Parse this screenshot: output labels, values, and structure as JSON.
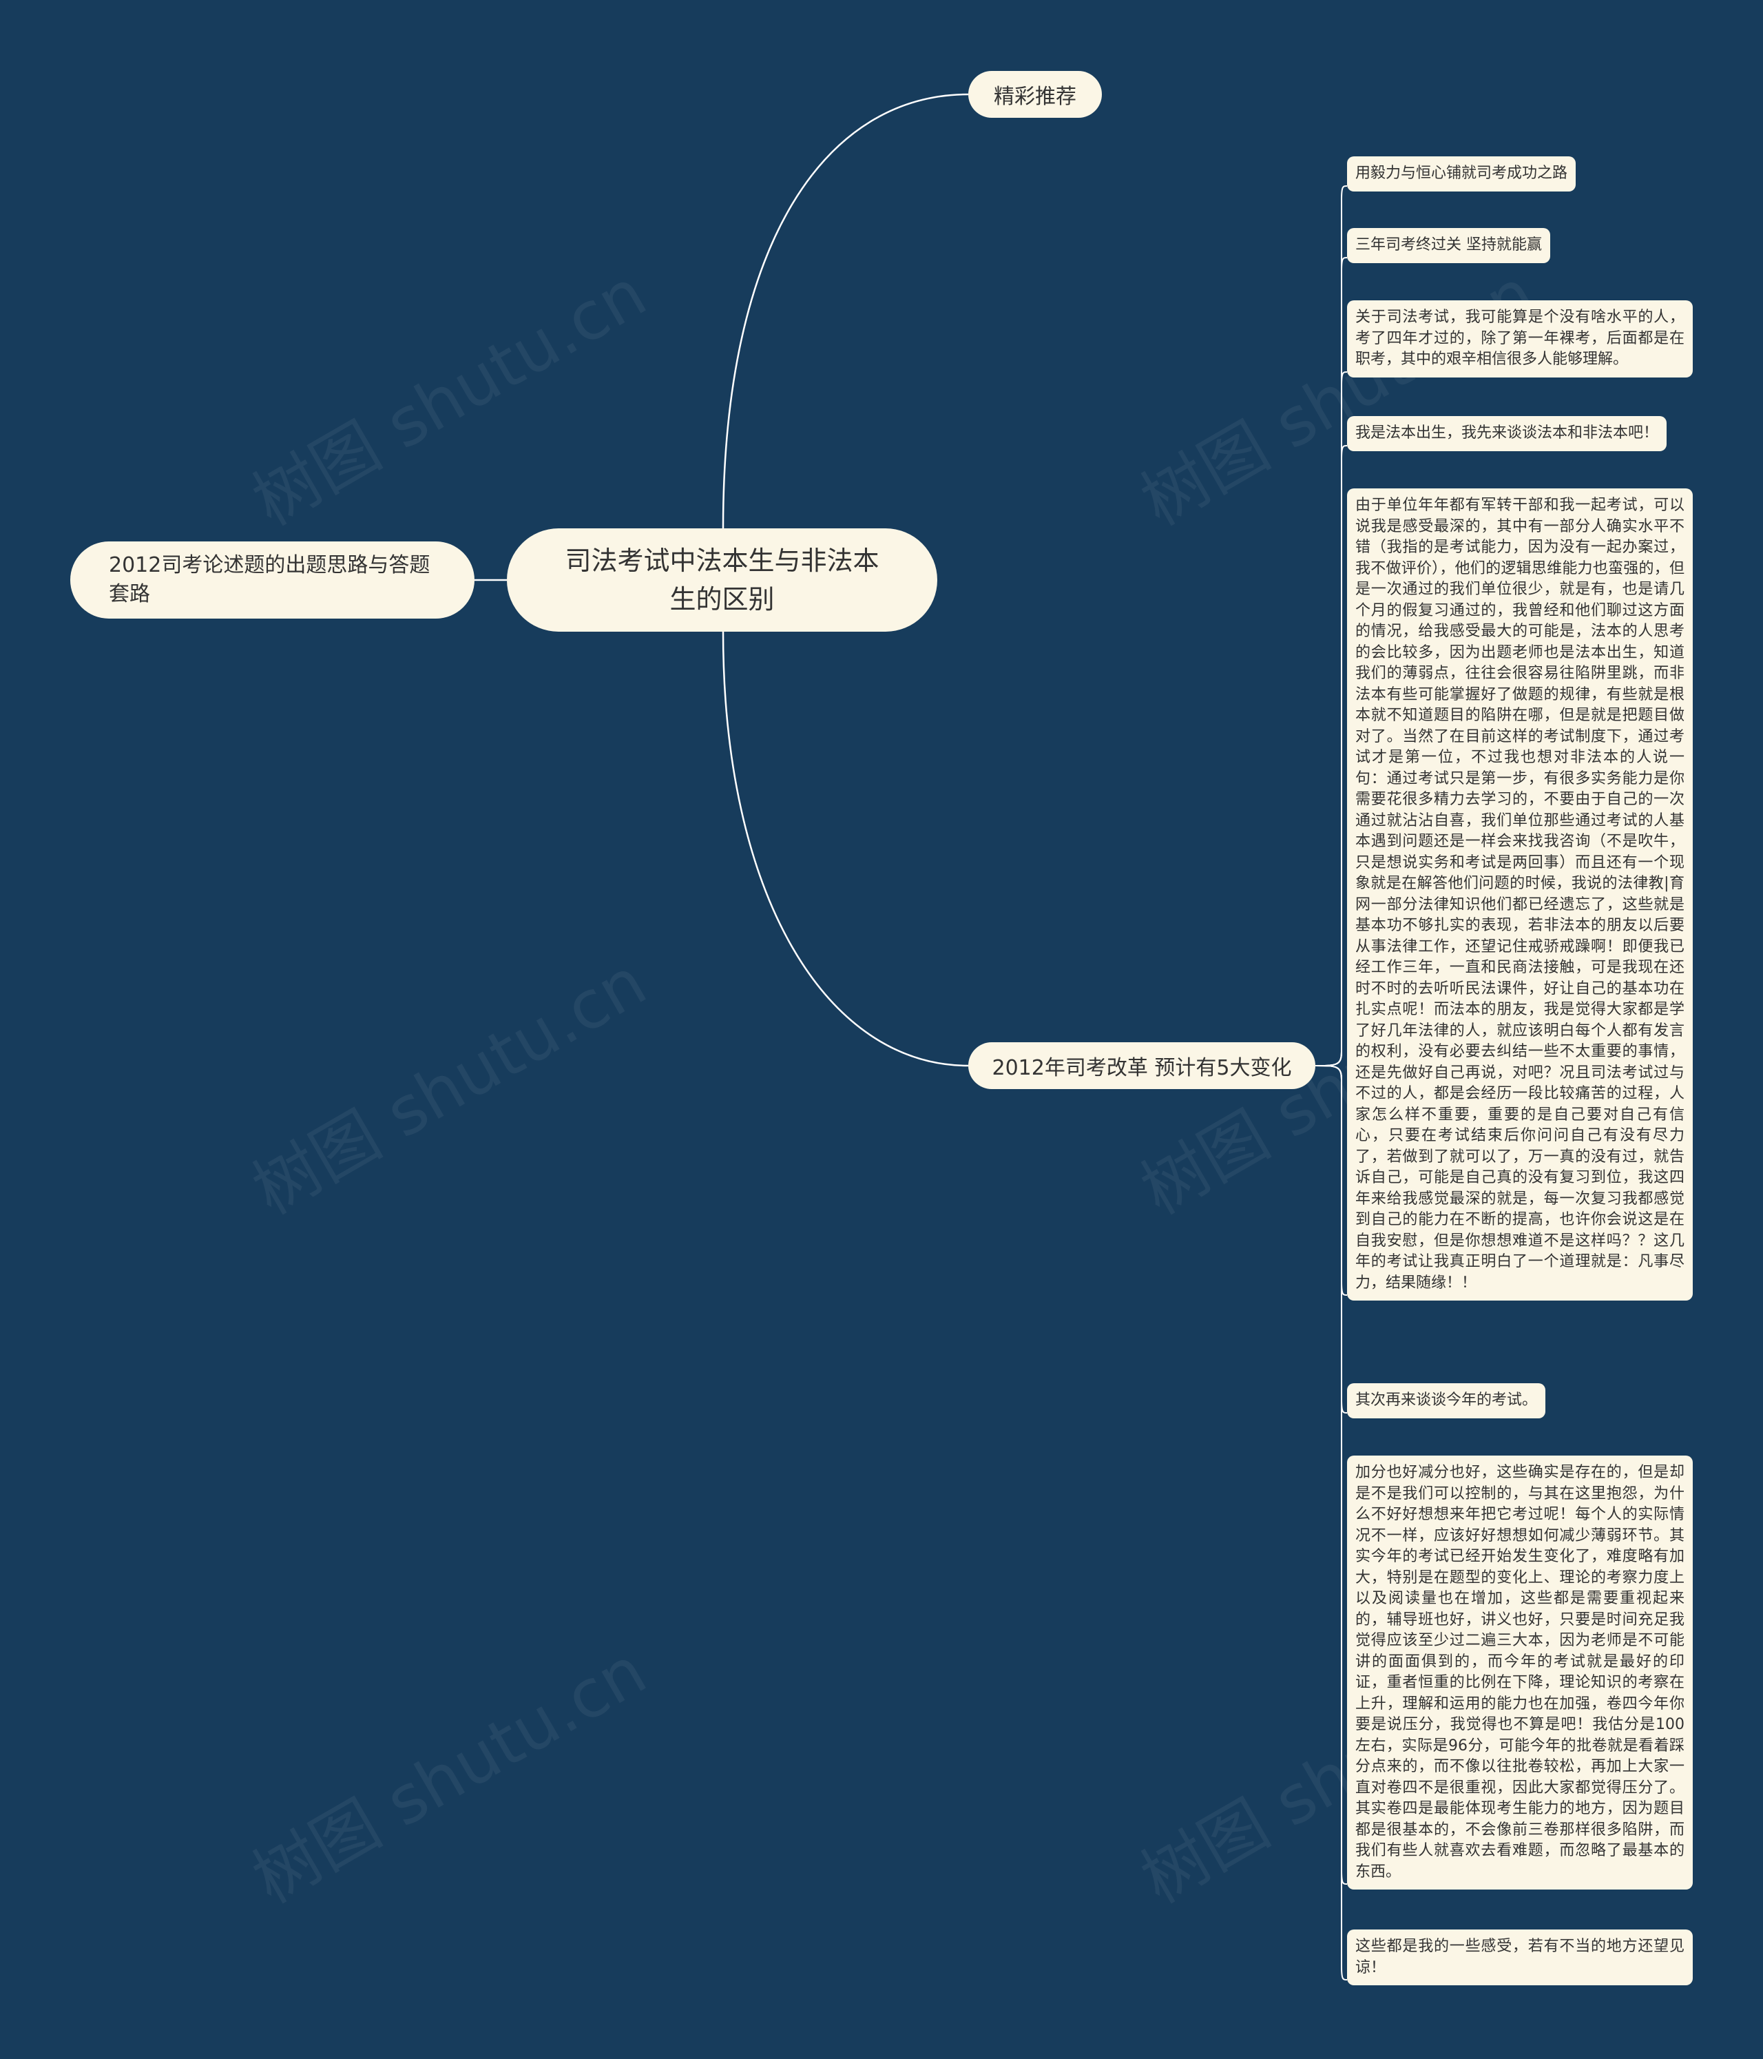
{
  "root": {
    "title": "司法考试中法本生与非法本生的区别"
  },
  "left_branch": {
    "label": "2012司考论述题的出题思路与答题套路"
  },
  "right_branches": [
    {
      "label": "精彩推荐"
    },
    {
      "label": "2012年司考改革 预计有5大变化"
    }
  ],
  "leaves": [
    "用毅力与恒心铺就司考成功之路",
    "三年司考终过关 坚持就能赢",
    "关于司法考试，我可能算是个没有啥水平的人，考了四年才过的，除了第一年裸考，后面都是在职考，其中的艰辛相信很多人能够理解。",
    "我是法本出生，我先来谈谈法本和非法本吧！",
    "由于单位年年都有军转干部和我一起考试，可以说我是感受最深的，其中有一部分人确实水平不错（我指的是考试能力，因为没有一起办案过，我不做评价），他们的逻辑思维能力也蛮强的，但是一次通过的我们单位很少，就是有，也是请几个月的假复习通过的，我曾经和他们聊过这方面的情况，给我感受最大的可能是，法本的人思考的会比较多，因为出题老师也是法本出生，知道我们的薄弱点，往往会很容易往陷阱里跳，而非法本有些可能掌握好了做题的规律，有些就是根本就不知道题目的陷阱在哪，但是就是把题目做对了。当然了在目前这样的考试制度下，通过考试才是第一位，不过我也想对非法本的人说一句：通过考试只是第一步，有很多实务能力是你需要花很多精力去学习的，不要由于自己的一次通过就沾沾自喜，我们单位那些通过考试的人基本遇到问题还是一样会来找我咨询（不是吹牛，只是想说实务和考试是两回事）而且还有一个现象就是在解答他们问题的时候，我说的法律教|育网一部分法律知识他们都已经遗忘了，这些就是基本功不够扎实的表现，若非法本的朋友以后要从事法律工作，还望记住戒骄戒躁啊！即便我已经工作三年，一直和民商法接触，可是我现在还时不时的去听听民法课件，好让自己的基本功在扎实点呢！而法本的朋友，我是觉得大家都是学了好几年法律的人，就应该明白每个人都有发言的权利，没有必要去纠结一些不太重要的事情，还是先做好自己再说，对吧？况且司法考试过与不过的人，都是会经历一段比较痛苦的过程，人家怎么样不重要，重要的是自己要对自己有信心，只要在考试结束后你问问自己有没有尽力了，若做到了就可以了，万一真的没有过，就告诉自己，可能是自己真的没有复习到位，我这四年来给我感觉最深的就是，每一次复习我都感觉到自己的能力在不断的提高，也许你会说这是在自我安慰，但是你想想难道不是这样吗？？这几年的考试让我真正明白了一个道理就是：凡事尽力，结果随缘！！",
    "其次再来谈谈今年的考试。",
    "加分也好减分也好，这些确实是存在的，但是却是不是我们可以控制的，与其在这里抱怨，为什么不好好想想来年把它考过呢！每个人的实际情况不一样，应该好好想想如何减少薄弱环节。其实今年的考试已经开始发生变化了，难度略有加大，特别是在题型的变化上、理论的考察力度上以及阅读量也在增加，这些都是需要重视起来的，辅导班也好，讲义也好，只要是时间充足我觉得应该至少过二遍三大本，因为老师是不可能讲的面面俱到的，而今年的考试就是最好的印证，重者恒重的比例在下降，理论知识的考察在上升，理解和运用的能力也在加强，卷四今年你要是说压分，我觉得也不算是吧！我估分是100左右，实际是96分，可能今年的批卷就是看着踩分点来的，而不像以往批卷较松，再加上大家一直对卷四不是很重视，因此大家都觉得压分了。其实卷四是最能体现考生能力的地方，因为题目都是很基本的，不会像前三卷那样很多陷阱，而我们有些人就喜欢去看难题，而忽略了最基本的东西。",
    "这些都是我的一些感受，若有不当的地方还望见谅！"
  ],
  "watermark": "树图 shutu.cn",
  "colors": {
    "background": "#173c5c",
    "node_fill": "#fbf6e6",
    "link": "#ffffff",
    "text": "#333333"
  }
}
